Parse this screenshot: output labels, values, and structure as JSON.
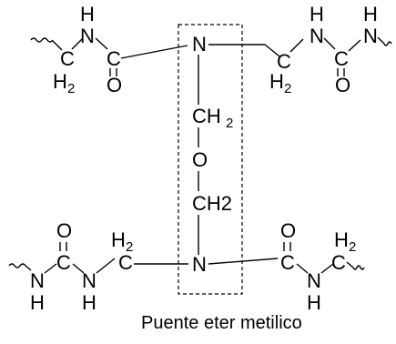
{
  "diagram": {
    "caption": "Puente eter metilico",
    "top_chain": {
      "nh_left_h": "H",
      "nh_left_n": "N",
      "ch2_left_c": "C",
      "ch2_left_h2": "H",
      "ch2_left_sub": "2",
      "carbonyl_left_c": "C",
      "carbonyl_left_o": "O",
      "n_center": "N",
      "ch2_right_c": "C",
      "ch2_right_h2": "H",
      "ch2_right_sub": "2",
      "nh_right_h": "H",
      "nh_right_n": "N",
      "carbonyl_right_c": "C",
      "carbonyl_right_o": "O",
      "nh_far_h": "H",
      "nh_far_n": "N"
    },
    "bridge": {
      "ch2_upper": "CH",
      "ch2_upper_sub": "2",
      "oxygen": "O",
      "ch2_lower": "CH2"
    },
    "bottom_chain": {
      "nh_left_n": "N",
      "nh_left_h": "H",
      "carbonyl_left_c": "C",
      "carbonyl_left_o": "O",
      "nh_mid_n": "N",
      "nh_mid_h": "H",
      "ch2_left_c": "C",
      "ch2_left_h2": "H",
      "ch2_left_sub": "2",
      "n_center": "N",
      "carbonyl_right_c": "C",
      "carbonyl_right_o": "O",
      "nh_right_n": "N",
      "nh_right_h": "H",
      "ch2_right_c": "C",
      "ch2_right_h2": "H",
      "ch2_right_sub": "2"
    }
  }
}
